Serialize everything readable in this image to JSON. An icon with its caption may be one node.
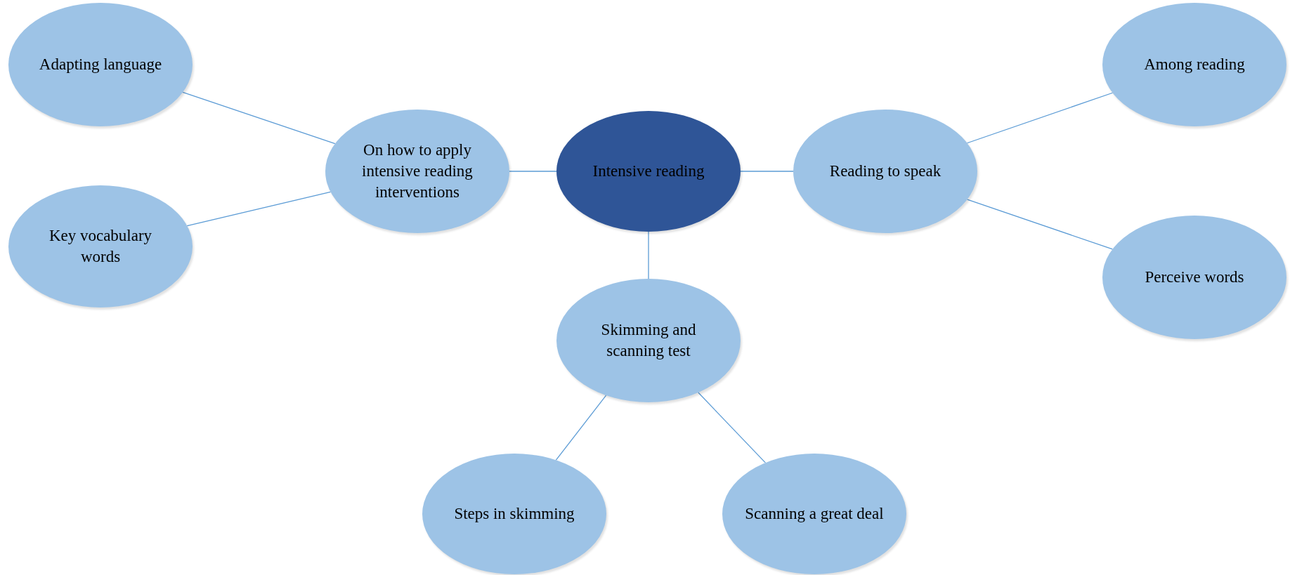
{
  "diagram": {
    "nodes": [
      {
        "text": [
          "Adapting language"
        ]
      },
      {
        "text": [
          "Key vocabulary words"
        ]
      },
      {
        "text": [
          "On how to apply intensive reading interventions"
        ]
      },
      {
        "text": [
          "Intensive reading"
        ]
      },
      {
        "text": [
          "Reading to speak"
        ]
      },
      {
        "text": [
          "Among reading"
        ]
      },
      {
        "text": [
          "Perceive words"
        ]
      },
      {
        "text": [
          "Skimming and scanning test"
        ]
      },
      {
        "text": [
          "Steps in skimming"
        ]
      },
      {
        "text": [
          "Scanning a great deal"
        ]
      }
    ],
    "edges": [
      {
        "from": 2,
        "to": 0,
        "arrow": "none"
      },
      {
        "from": 2,
        "to": 1,
        "arrow": "none"
      },
      {
        "from": 3,
        "to": 2,
        "arrow": "none"
      },
      {
        "from": 3,
        "to": 4,
        "arrow": "none"
      },
      {
        "from": 4,
        "to": 5,
        "arrow": "none"
      },
      {
        "from": 4,
        "to": 6,
        "arrow": "none"
      },
      {
        "from": 3,
        "to": 7,
        "arrow": "none"
      },
      {
        "from": 7,
        "to": 8,
        "arrow": "none"
      },
      {
        "from": 7,
        "to": 9,
        "arrow": "none"
      }
    ]
  }
}
